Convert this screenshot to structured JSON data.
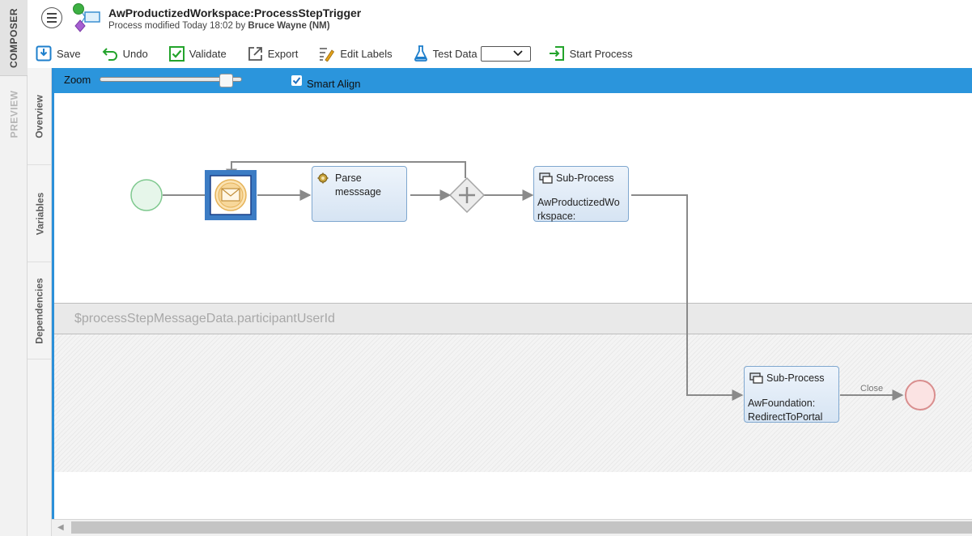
{
  "rail": {
    "composer": "COMPOSER",
    "preview": "PREVIEW"
  },
  "side_tabs": {
    "overview": "Overview",
    "variables": "Variables",
    "dependencies": "Dependencies"
  },
  "header": {
    "title": "AwProductizedWorkspace:ProcessStepTrigger",
    "subtitle_prefix": "Process modified Today 18:02 by",
    "subtitle_user": "Bruce Wayne (NM)"
  },
  "toolbar": {
    "save": "Save",
    "undo": "Undo",
    "validate": "Validate",
    "export": "Export",
    "edit_labels": "Edit Labels",
    "test_data": "Test Data",
    "test_data_value": "",
    "start_process": "Start Process"
  },
  "canvas": {
    "zoom_label": "Zoom",
    "zoom_level": 0.93,
    "smart_align_label": "Smart Align",
    "smart_align_checked": true,
    "lane_label": "$processStepMessageData.participantUserId"
  },
  "diagram": {
    "task_parse": {
      "line1": "Parse",
      "line2": "messsage"
    },
    "subprocess_1": {
      "header": "Sub-Process",
      "line1": "AwProductizedWo",
      "line2": "rkspace:"
    },
    "subprocess_2": {
      "header": "Sub-Process",
      "line1": "AwFoundation:",
      "line2": "RedirectToPortal"
    },
    "close_label": "Close"
  },
  "colors": {
    "accent": "#2b95dc",
    "task_border": "#7fa7cf",
    "start_event": "#7fc98f",
    "end_event": "#d98e8e"
  }
}
